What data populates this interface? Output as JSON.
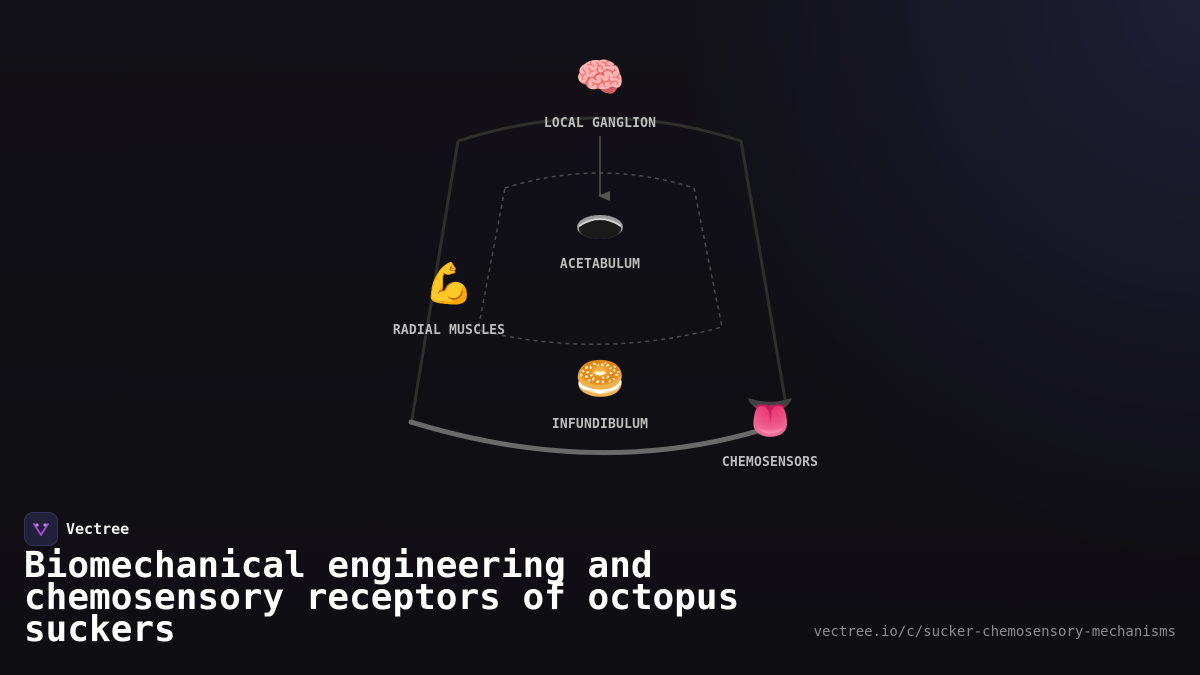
{
  "diagram": {
    "nodes": {
      "ganglion": {
        "label": "LOCAL GANGLION",
        "icon": "brain-icon",
        "glyph": "🧠"
      },
      "acetabulum": {
        "label": "ACETABULUM",
        "icon": "cup-hole-icon"
      },
      "muscles": {
        "label": "RADIAL MUSCLES",
        "icon": "flexed-biceps-icon",
        "glyph": "💪"
      },
      "infundibulum": {
        "label": "INFUNDIBULUM",
        "icon": "bagel-icon",
        "glyph": "🥯"
      },
      "chemosensors": {
        "label": "CHEMOSENSORS",
        "icon": "tongue-icon",
        "glyph": "👅"
      }
    },
    "edges": [
      {
        "from": "LOCAL GANGLION",
        "to": "ACETABULUM"
      }
    ]
  },
  "brand": {
    "name": "Vectree",
    "icon": "vectree-logo-icon"
  },
  "title": "Biomechanical engineering and chemosensory receptors of octopus suckers",
  "url": "vectree.io/c/sucker-chemosensory-mechanisms",
  "colors": {
    "background": "#111015",
    "outline": "#3a3a3a",
    "label": "#bdbdbd",
    "accent": "#a64bd8"
  }
}
